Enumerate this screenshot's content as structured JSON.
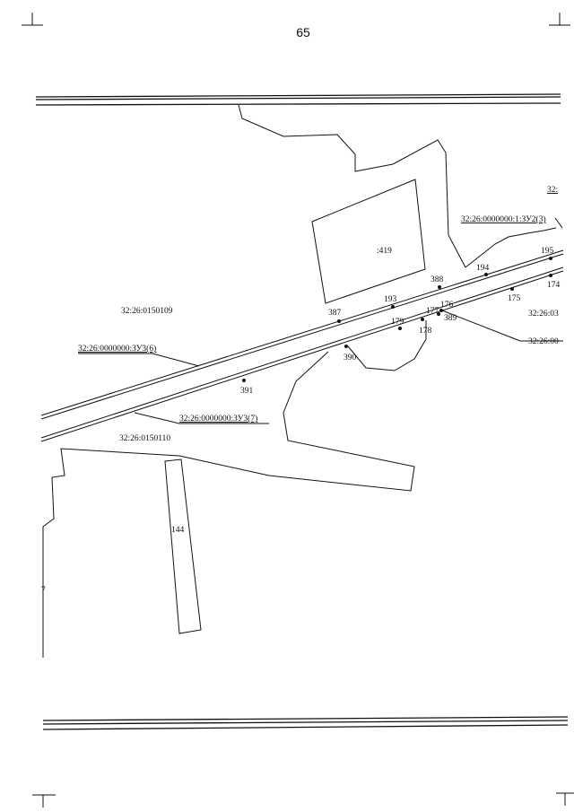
{
  "page_number": "65",
  "parcels": {
    "p419": ":419",
    "p144": "144",
    "zu2_3": "32:26:0000000:1:ЗУ2(3)",
    "zu3_6": "32:26:0000000:ЗУ3(6)",
    "zu3_7": "32:26:0000000:ЗУ3(7)",
    "q109": "32:26:0150109",
    "q110": "32:26:0150110",
    "q03": "32:26:03",
    "q00": "32:26:00",
    "cut_top": "32:",
    "cut_left": "7"
  },
  "points": {
    "p195": "195",
    "p194": "194",
    "p174": "174",
    "p175": "175",
    "p388": "388",
    "p193": "193",
    "p176": "176",
    "p177": "177",
    "p387": "387",
    "p179": "179",
    "p178": "178",
    "p389": "389",
    "p390": "390",
    "p391": "391"
  }
}
